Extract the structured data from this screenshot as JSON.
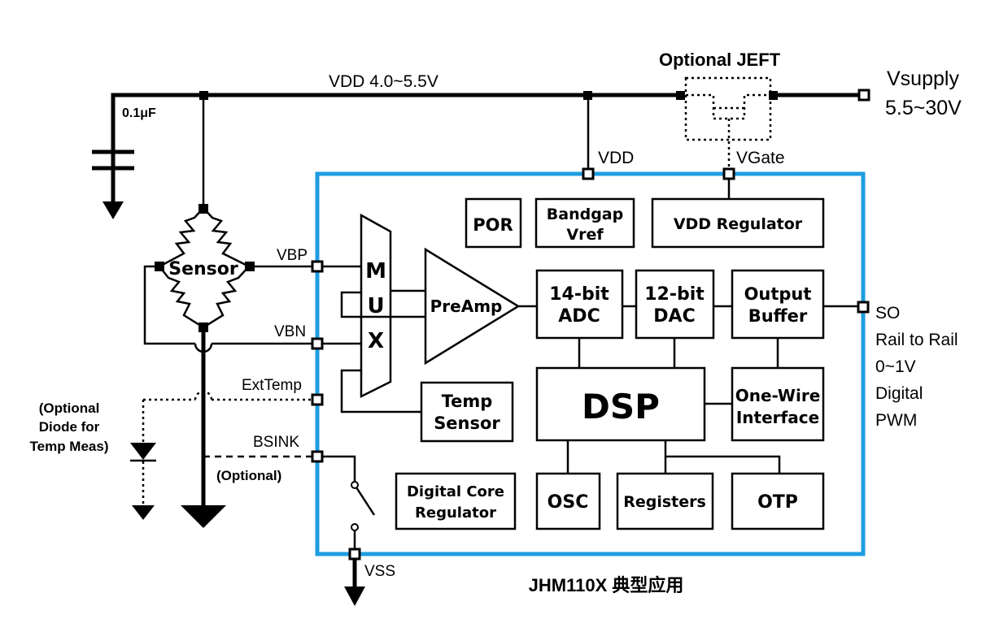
{
  "title": "JHM110X 典型应用",
  "colors": {
    "chip_border": "#1e9de0",
    "line": "#000000",
    "background": "#ffffff"
  },
  "labels": {
    "vdd_rail": "VDD  4.0~5.5V",
    "optional_jeft": "Optional JEFT",
    "vsupply_line1": "Vsupply",
    "vsupply_line2": "5.5~30V",
    "capacitor": "0.1μF",
    "vdd_pin": "VDD",
    "vgate_pin": "VGate",
    "vbp": "VBP",
    "vbn": "VBN",
    "exttemp": "ExtTemp",
    "bsink": "BSINK",
    "optional": "(Optional)",
    "vss": "VSS",
    "diode_line1": "(Optional",
    "diode_line2": "Diode for",
    "diode_line3": "Temp Meas)",
    "so_line1": "SO",
    "so_line2": "Rail to Rail",
    "so_line3": "0~1V",
    "so_line4": "Digital",
    "so_line5": "PWM"
  },
  "blocks": {
    "sensor": "Sensor",
    "por": "POR",
    "bandgap_line1": "Bandgap",
    "bandgap_line2": "Vref",
    "vdd_regulator": "VDD Regulator",
    "mux_letters": [
      "M",
      "U",
      "X"
    ],
    "preamp": "PreAmp",
    "adc_line1": "14-bit",
    "adc_line2": "ADC",
    "dac_line1": "12-bit",
    "dac_line2": "DAC",
    "output_buffer_line1": "Output",
    "output_buffer_line2": "Buffer",
    "temp_sensor_line1": "Temp",
    "temp_sensor_line2": "Sensor",
    "dsp": "DSP",
    "one_wire_line1": "One-Wire",
    "one_wire_line2": "Interface",
    "digital_core_line1": "Digital Core",
    "digital_core_line2": "Regulator",
    "osc": "OSC",
    "registers": "Registers",
    "otp": "OTP"
  }
}
